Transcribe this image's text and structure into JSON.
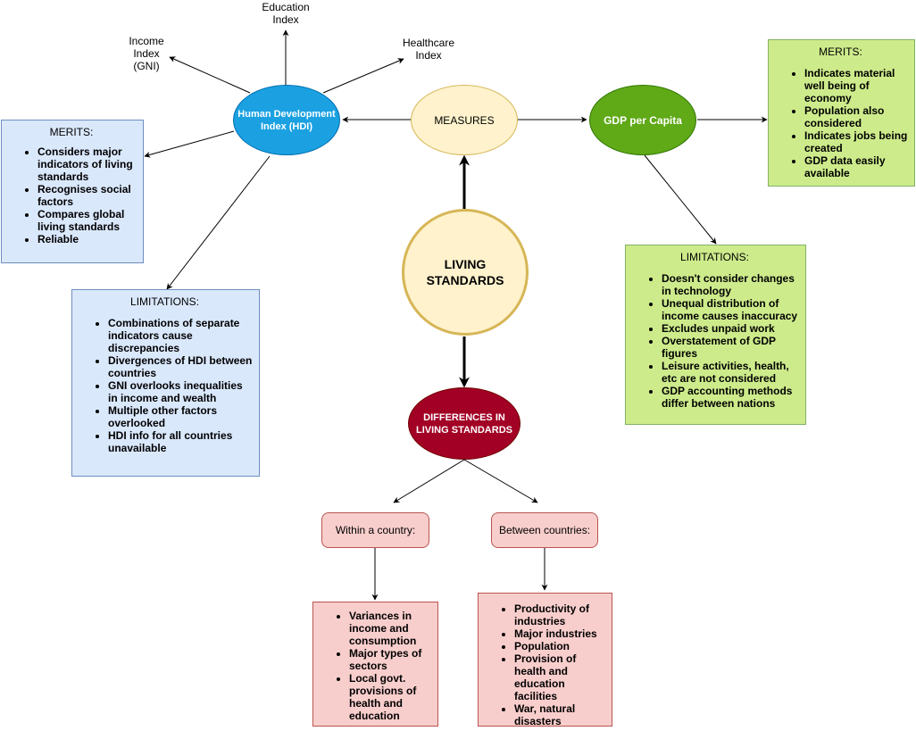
{
  "central": {
    "label": "LIVING STANDARDS"
  },
  "measures": {
    "label": "MEASURES"
  },
  "hdi": {
    "label": "Human Development Index (HDI)"
  },
  "gdp": {
    "label": "GDP per Capita"
  },
  "differences": {
    "label": "DIFFERENCES IN LIVING STANDARDS"
  },
  "hdi_components": {
    "education": "Education Index",
    "income": "Income Index (GNI)",
    "healthcare": "Healthcare Index"
  },
  "hdi_merits": {
    "title": "MERITS:",
    "items": [
      "Considers major indicators of living standards",
      "Recognises social factors",
      "Compares global living standards",
      "Reliable"
    ]
  },
  "hdi_limitations": {
    "title": "LIMITATIONS:",
    "items": [
      "Combinations of separate indicators cause discrepancies",
      "Divergences of HDI between countries",
      "GNI overlooks inequalities in income and wealth",
      "Multiple other factors overlooked",
      "HDI info for all countries unavailable"
    ]
  },
  "gdp_merits": {
    "title": "MERITS:",
    "items": [
      "Indicates material well being of economy",
      "Population also considered",
      "Indicates jobs being created",
      "GDP data easily available"
    ]
  },
  "gdp_limitations": {
    "title": "LIMITATIONS:",
    "items": [
      "Doesn't consider changes in technology",
      "Unequal distribution of income causes inaccuracy",
      "Excludes unpaid work",
      "Overstatement of GDP figures",
      "Leisure activities, health, etc are not considered",
      "GDP accounting methods differ between nations"
    ]
  },
  "within": {
    "label": "Within a country:",
    "items": [
      "Variances in income and consumption",
      "Major types of sectors",
      "Local govt. provisions of health and education"
    ]
  },
  "between": {
    "label": "Between countries:",
    "items": [
      "Productivity of industries",
      "Major industries",
      "Population",
      "Provision of health and education facilities",
      "War, natural disasters"
    ]
  },
  "colors": {
    "central_fill": "#fff2cc",
    "central_stroke": "#d6b656",
    "hdi_fill": "#1ba1e2",
    "gdp_fill": "#60a917",
    "differences_fill": "#a20025",
    "blue_box": "#dae8fc",
    "green_box": "#cdeb8b",
    "pink_box": "#f8cecc"
  }
}
